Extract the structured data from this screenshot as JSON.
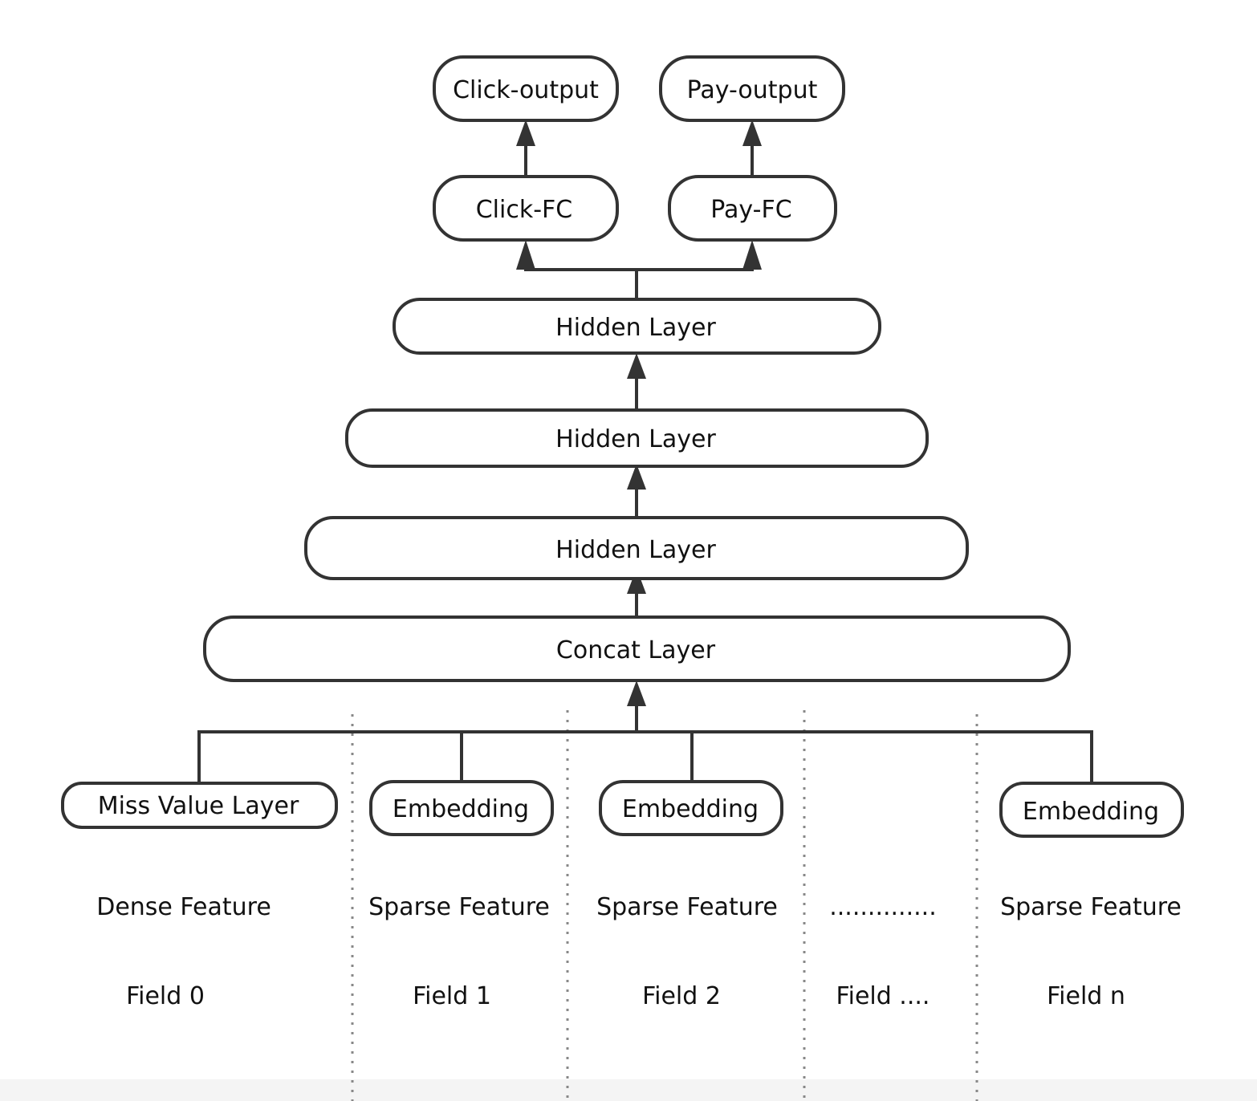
{
  "nodes": {
    "click_output": "Click-output",
    "pay_output": "Pay-output",
    "click_fc": "Click-FC",
    "pay_fc": "Pay-FC",
    "hidden_layer_1": "Hidden Layer",
    "hidden_layer_2": "Hidden Layer",
    "hidden_layer_3": "Hidden Layer",
    "concat_layer": "Concat Layer",
    "miss_value_layer": "Miss Value Layer",
    "embedding_1": "Embedding",
    "embedding_2": "Embedding",
    "embedding_n": "Embedding"
  },
  "features": {
    "field0_type": "Dense Feature",
    "field1_type": "Sparse Feature",
    "field2_type": "Sparse Feature",
    "field_etc_type": "..............",
    "fieldn_type": "Sparse Feature"
  },
  "fields": {
    "field0": "Field 0",
    "field1": "Field 1",
    "field2": "Field 2",
    "field_etc": "Field ....",
    "fieldn": "Field n"
  },
  "colors": {
    "stroke": "#333333",
    "text": "#111111",
    "divider": "#888888"
  }
}
